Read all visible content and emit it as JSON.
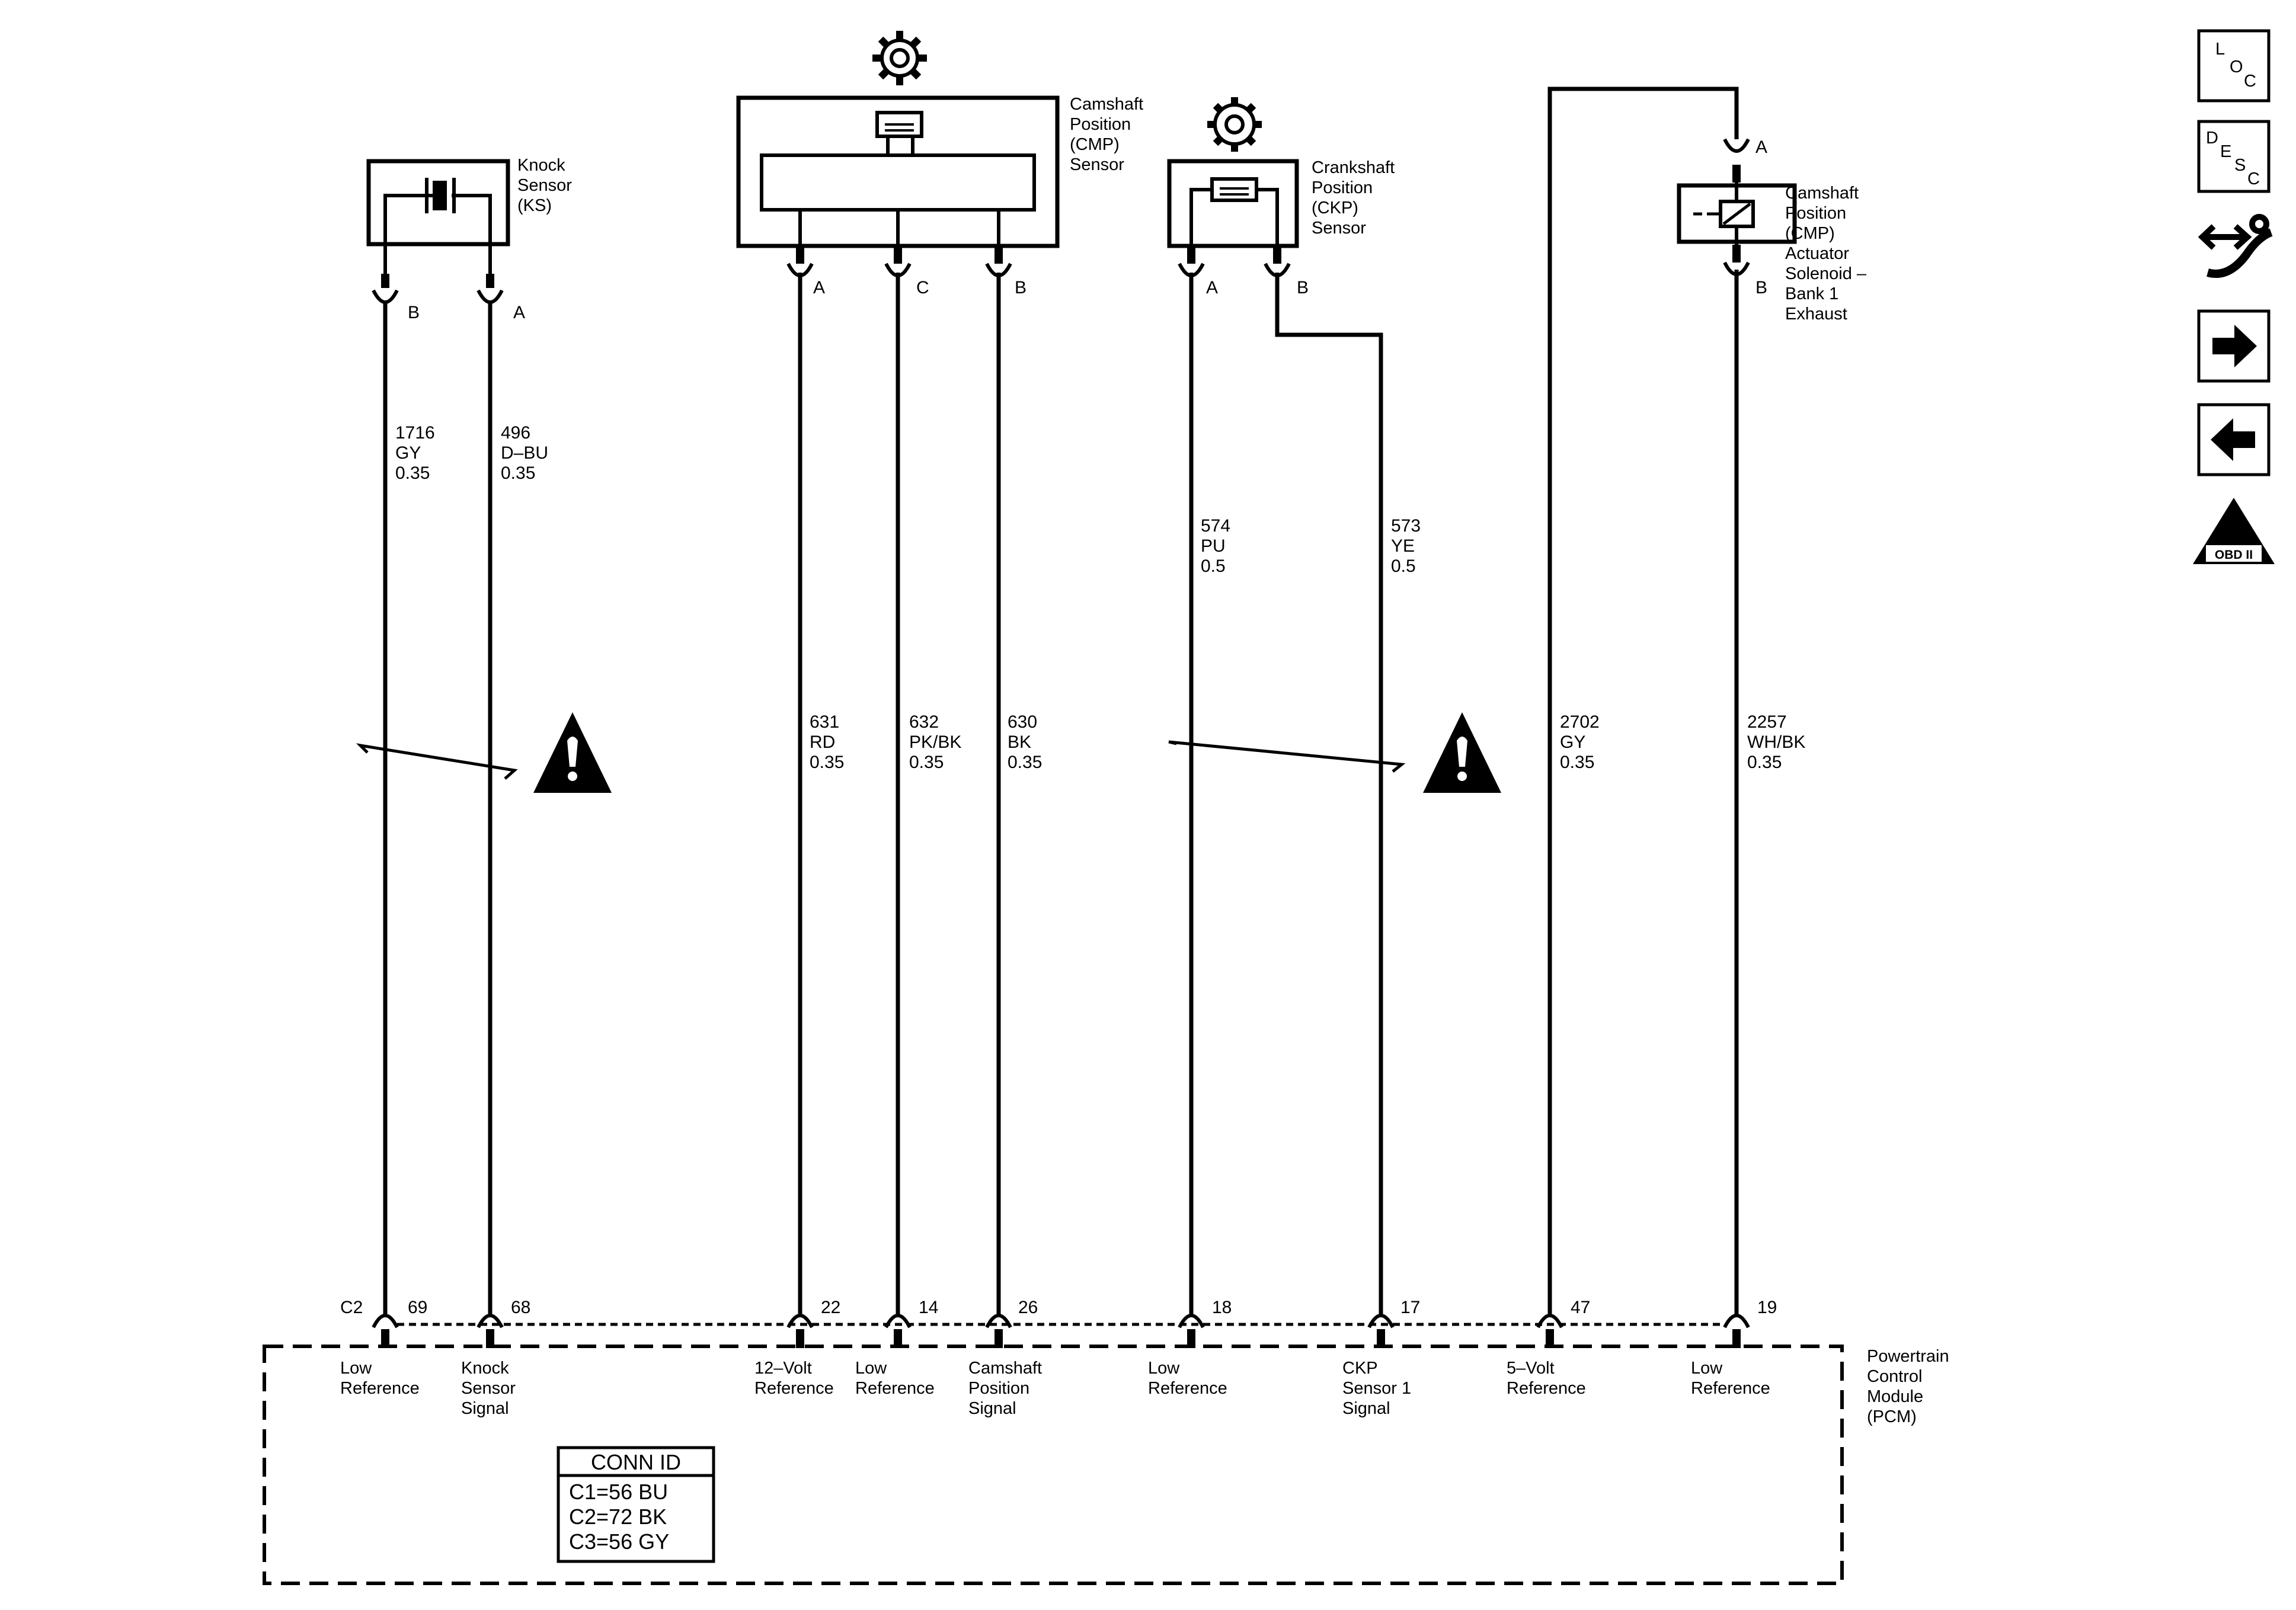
{
  "components": {
    "knock_sensor": [
      "Knock",
      "Sensor",
      "(KS)"
    ],
    "cmp_sensor": [
      "Camshaft",
      "Position",
      "(CMP)",
      "Sensor"
    ],
    "ckp_sensor": [
      "Crankshaft",
      "Position",
      "(CKP)",
      "Sensor"
    ],
    "cmp_actuator": [
      "Camshaft",
      "Position",
      "(CMP)",
      "Actuator",
      "Solenoid –",
      "Bank 1",
      "Exhaust"
    ],
    "pcm": [
      "Powertrain",
      "Control",
      "Module",
      "(PCM)"
    ]
  },
  "component_pins": {
    "ks_b": "B",
    "ks_a": "A",
    "cmp_a": "A",
    "cmp_c": "C",
    "cmp_b": "B",
    "ckp_a": "A",
    "ckp_b": "B",
    "act_a": "A",
    "act_b": "B"
  },
  "wires": [
    {
      "circuit": "1716",
      "color": "GY",
      "size": "0.35"
    },
    {
      "circuit": "496",
      "color": "D–BU",
      "size": "0.35"
    },
    {
      "circuit": "631",
      "color": "RD",
      "size": "0.35"
    },
    {
      "circuit": "632",
      "color": "PK/BK",
      "size": "0.35"
    },
    {
      "circuit": "630",
      "color": "BK",
      "size": "0.35"
    },
    {
      "circuit": "574",
      "color": "PU",
      "size": "0.5"
    },
    {
      "circuit": "573",
      "color": "YE",
      "size": "0.5"
    },
    {
      "circuit": "2702",
      "color": "GY",
      "size": "0.35"
    },
    {
      "circuit": "2257",
      "color": "WH/BK",
      "size": "0.35"
    }
  ],
  "pcm_connector": "C2",
  "pcm_pins": [
    {
      "pin": "69",
      "function": [
        "Low",
        "Reference"
      ]
    },
    {
      "pin": "68",
      "function": [
        "Knock",
        "Sensor",
        "Signal"
      ]
    },
    {
      "pin": "22",
      "function": [
        "12–Volt",
        "Reference"
      ]
    },
    {
      "pin": "14",
      "function": [
        "Low",
        "Reference"
      ]
    },
    {
      "pin": "26",
      "function": [
        "Camshaft",
        "Position",
        "Signal"
      ]
    },
    {
      "pin": "18",
      "function": [
        "Low",
        "Reference"
      ]
    },
    {
      "pin": "17",
      "function": [
        "CKP",
        "Sensor 1",
        "Signal"
      ]
    },
    {
      "pin": "47",
      "function": [
        "5–Volt",
        "Reference"
      ]
    },
    {
      "pin": "19",
      "function": [
        "Low",
        "Reference"
      ]
    }
  ],
  "conn_id": {
    "title": "CONN ID",
    "rows": [
      "C1=56 BU",
      "C2=72 BK",
      "C3=56 GY"
    ]
  },
  "nav_icons": {
    "loc": [
      "L",
      "O",
      "C"
    ],
    "desc": [
      "D",
      "E",
      "S",
      "C"
    ],
    "obd": "OBD II",
    "obd_numeral": "II",
    "icon_names": [
      "loc-icon",
      "desc-icon",
      "repair-icon",
      "next-arrow-icon",
      "back-arrow-icon",
      "obd-ii-icon"
    ]
  }
}
